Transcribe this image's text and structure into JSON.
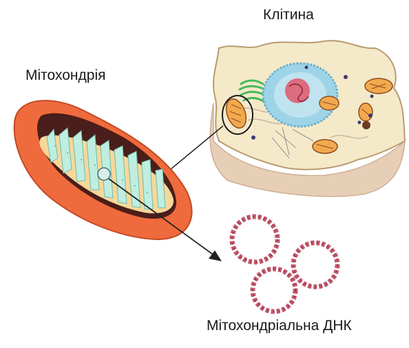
{
  "labels": {
    "cell": "Клітина",
    "mitochondrion": "Мітохондрія",
    "mitochondrial_dna": "Мітохондріальна ДНК"
  },
  "colors": {
    "mito_outer": "#ef6a3c",
    "mito_dark": "#4a1e1a",
    "cristae": "#bfeee0",
    "cell_body": "#f4e9c9",
    "cell_base": "#e6cfb6",
    "nucleus": "#9ed4e8",
    "nucleolus": "#e0576a",
    "golgi": "#45b95a",
    "dna_ring": "#c2566a",
    "pointer": "#222222"
  }
}
